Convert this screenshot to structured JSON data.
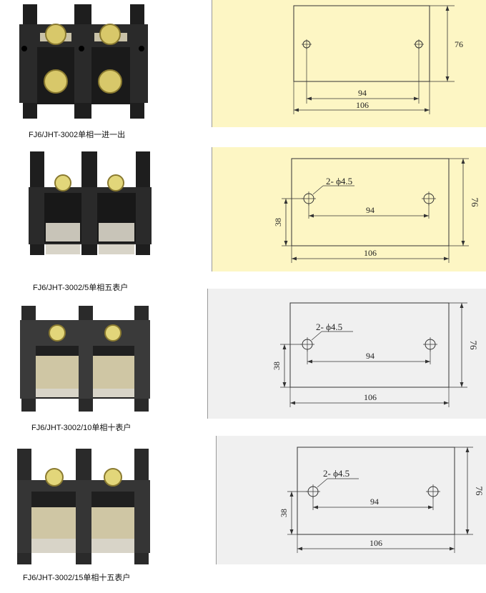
{
  "products": [
    {
      "caption": "FJ6/JHT-3002单相一进一出",
      "panel_color": "#fdf6c4",
      "dims": {
        "width": "106",
        "height": "76",
        "spacing": "94"
      }
    },
    {
      "caption": "FJ6/JHT-3002/5单相五表户",
      "panel_color": "#fdf6c4",
      "dims": {
        "width": "106",
        "height": "76",
        "spacing": "94",
        "hole_offset": "38",
        "hole_label": "2- ϕ4.5"
      }
    },
    {
      "caption": "FJ6/JHT-3002/10单相十表户",
      "panel_color": "#f0f0f0",
      "dims": {
        "width": "106",
        "height": "76",
        "spacing": "94",
        "hole_offset": "38",
        "hole_label": "2- ϕ4.5"
      }
    },
    {
      "caption": "FJ6/JHT-3002/15单相十五表户",
      "panel_color": "#f0f0f0",
      "dims": {
        "width": "106",
        "height": "76",
        "spacing": "94",
        "hole_offset": "38",
        "hole_label": "2- ϕ4.5"
      }
    }
  ]
}
